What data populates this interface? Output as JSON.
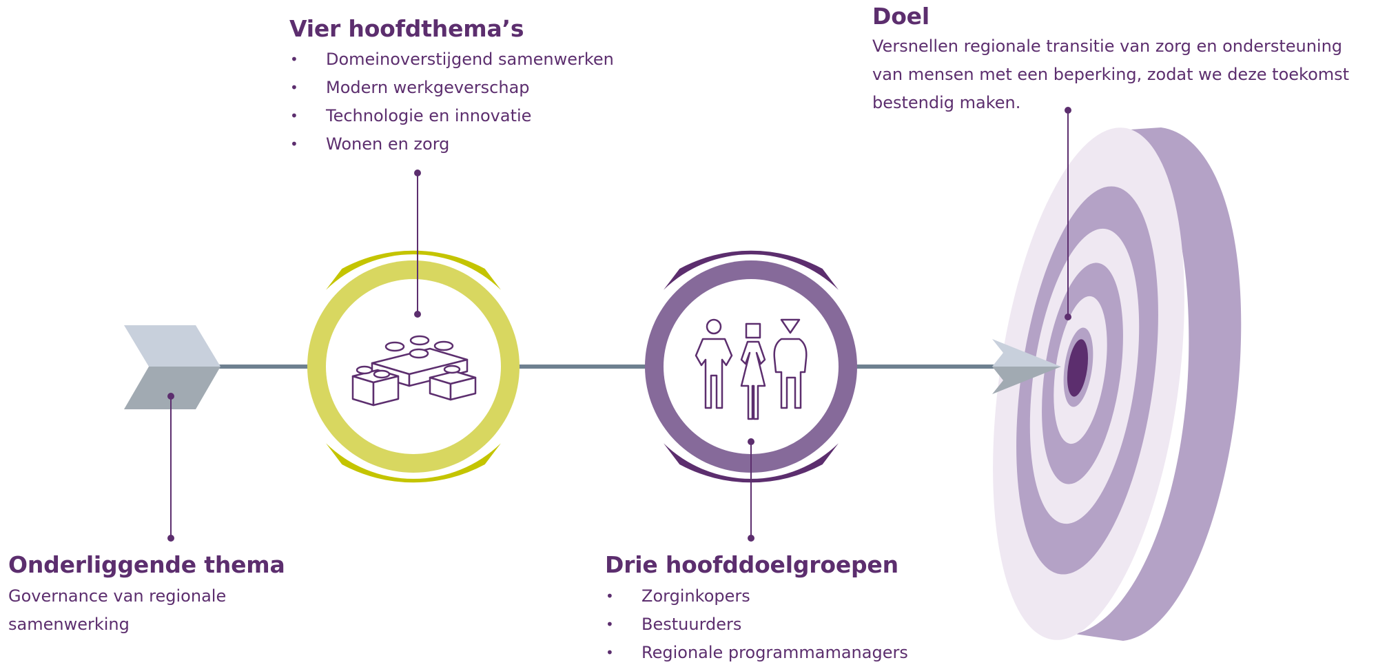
{
  "sections": {
    "themes": {
      "title": "Vier hoofdthema’s",
      "items": [
        "Domeinoverstijgend samenwerken",
        "Modern werkgeverschap",
        "Technologie en innovatie",
        "Wonen en zorg"
      ]
    },
    "goal": {
      "title": "Doel",
      "lines": [
        "Versnellen regionale transitie van zorg en ondersteuning",
        "van mensen met een beperking, zodat we deze toekomst",
        "bestendig maken."
      ]
    },
    "underlying": {
      "title": "Onderliggende thema",
      "lines": [
        "Governance van regionale",
        "samenwerking"
      ]
    },
    "groups": {
      "title": "Drie hoofddoelgroepen",
      "items": [
        "Zorginkopers",
        "Bestuurders",
        "Regionale programmamanagers"
      ]
    }
  },
  "icons": {
    "tail": "arrow-fletching-icon",
    "blocks": "building-blocks-icon",
    "people": "people-group-icon",
    "target": "target-icon"
  },
  "colors": {
    "text": "#5c2e6e",
    "shaft": "#6e8090",
    "lime_dark": "#c4c400",
    "lime_light": "#d8d760",
    "purple_dark": "#5c2e6e",
    "purple_mid": "#866a9a",
    "target_light": "#b4a2c6",
    "target_pale": "#efe8f2",
    "fletching_light": "#c8d0dc",
    "fletching_dark": "#a1aab2"
  }
}
